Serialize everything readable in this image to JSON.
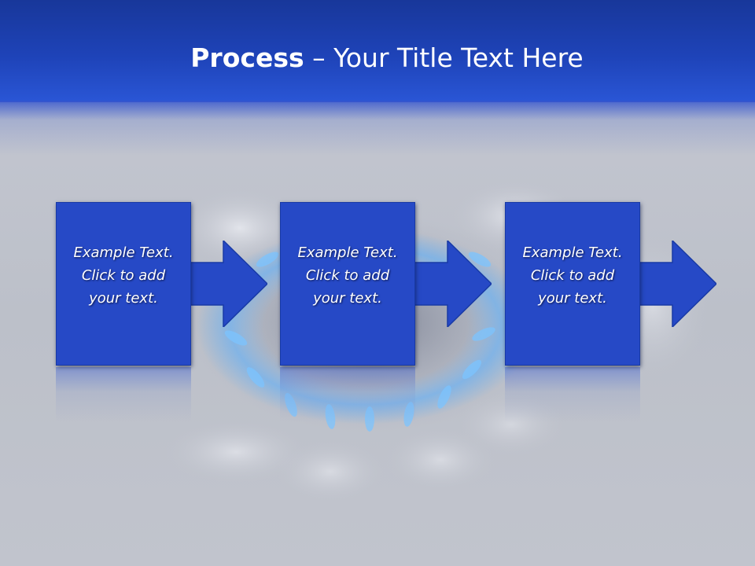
{
  "slide": {
    "title_bold": "Process",
    "title_rest": " – Your Title Text Here"
  },
  "steps": [
    {
      "line1": "Example Text.",
      "line2": "Click  to add",
      "line3": "your text."
    },
    {
      "line1": "Example Text.",
      "line2": "Click  to add",
      "line3": "your text."
    },
    {
      "line1": "Example Text.",
      "line2": "Click  to add",
      "line3": "your text."
    }
  ],
  "colors": {
    "header": "#1e43b8",
    "box_fill": "#2649c6",
    "arrow_fill": "#2649c6",
    "text": "#ffffff",
    "background": "#c2c5cf"
  },
  "background_image": "gas-burner-flame-in-hands"
}
